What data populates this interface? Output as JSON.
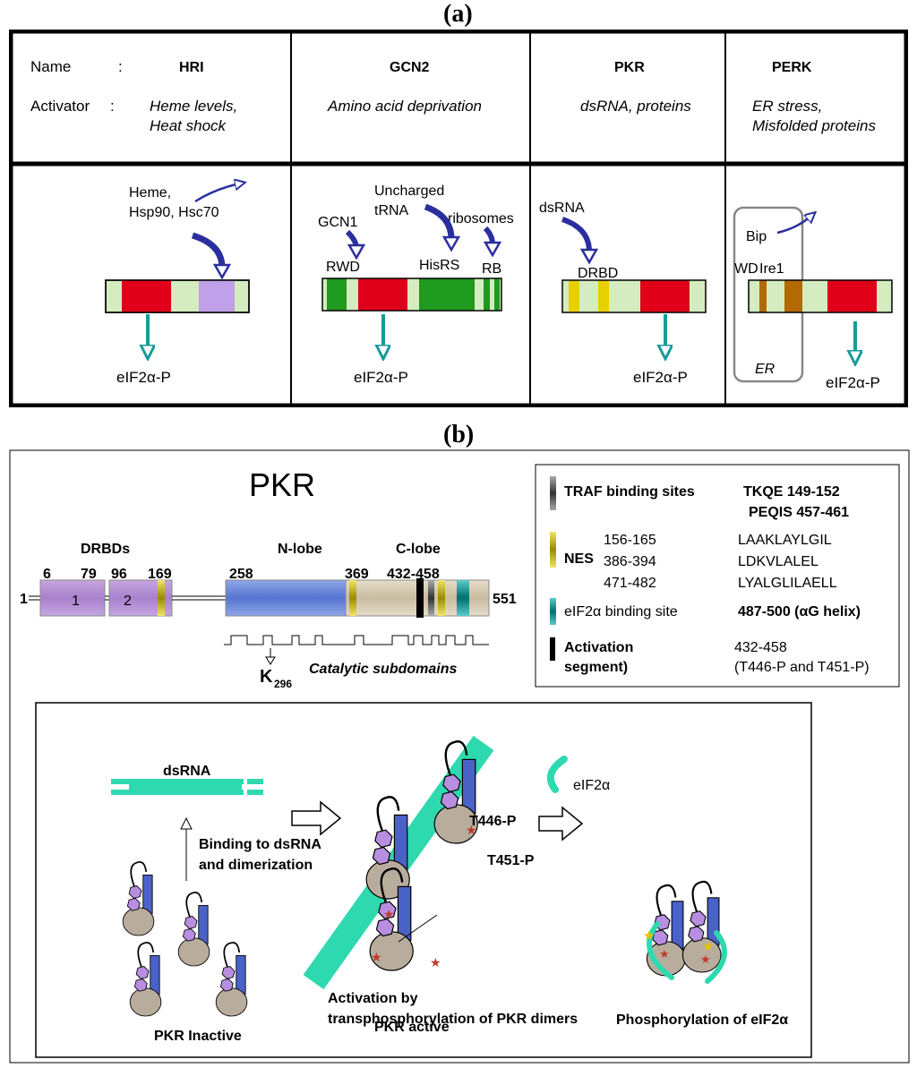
{
  "panel_a": {
    "label": "(a)",
    "name_label": "Name",
    "activator_label": "Activator",
    "colon": ":",
    "kinases": [
      {
        "name": "HRI",
        "activator_1": "Heme levels,",
        "activator_2": "Heat shock",
        "regulators": [
          "Heme,",
          "Hsp90, Hsc70"
        ],
        "output": "eIF2α-P"
      },
      {
        "name": "GCN2",
        "activator_1": "Amino acid deprivation",
        "activator_2": "",
        "regulators": [
          "GCN1",
          "Uncharged",
          "tRNA",
          "ribosomes"
        ],
        "domains": [
          "RWD",
          "HisRS",
          "RB"
        ],
        "output": "eIF2α-P"
      },
      {
        "name": "PKR",
        "activator_1": "dsRNA, proteins",
        "activator_2": "",
        "regulators": [
          "dsRNA"
        ],
        "domains": [
          "DRBD"
        ],
        "output": "eIF2α-P"
      },
      {
        "name": "PERK",
        "activator_1": "ER stress,",
        "activator_2": "Misfolded proteins",
        "regulators": [
          "Bip"
        ],
        "domains": [
          "WD",
          "Ire1"
        ],
        "compartment": "ER",
        "output": "eIF2α-P"
      }
    ]
  },
  "panel_b": {
    "label": "(b)",
    "title": "PKR",
    "domain_labels": {
      "drbds": "DRBDs",
      "nlobe": "N-lobe",
      "clobe": "C-lobe",
      "drbd1": "1",
      "drbd2": "2"
    },
    "positions": {
      "p1": "1",
      "p6": "6",
      "p79": "79",
      "p96": "96",
      "p169": "169",
      "p258": "258",
      "p369": "369",
      "p432": "432-458",
      "p551": "551"
    },
    "lysine": "K",
    "lysine_sub": "296",
    "catalytic": "Catalytic subdomains",
    "legend": {
      "traf_label": "TRAF binding sites",
      "traf_1": "TKQE 149-152",
      "traf_2": "PEQIS  457-461",
      "nes_label": "NES",
      "nes_pos": [
        "156-165",
        "386-394",
        "471-482"
      ],
      "nes_seq": [
        "LAAKLAYLGIL",
        "LDKVLALEL",
        "LYALGLILAELL"
      ],
      "eif_label": "eIF2α binding site",
      "eif_val": "487-500 (αG helix)",
      "act_label_1": "Activation",
      "act_label_2": "segment)",
      "act_val_1": "432-458",
      "act_val_2": "(T446-P and T451-P)"
    },
    "mechanism": {
      "dsrna": "dsRNA",
      "binding_1": "Binding to dsRNA",
      "binding_2": "and dimerization",
      "t446": "T446-P",
      "t451": "T451-P",
      "eif2a": "eIF2α",
      "activation_1": "Activation by",
      "activation_2": "transphosphorylation of PKR dimers",
      "inactive": "PKR Inactive",
      "active": "PKR active",
      "phospho": "Phosphorylation of eIF2α"
    }
  }
}
